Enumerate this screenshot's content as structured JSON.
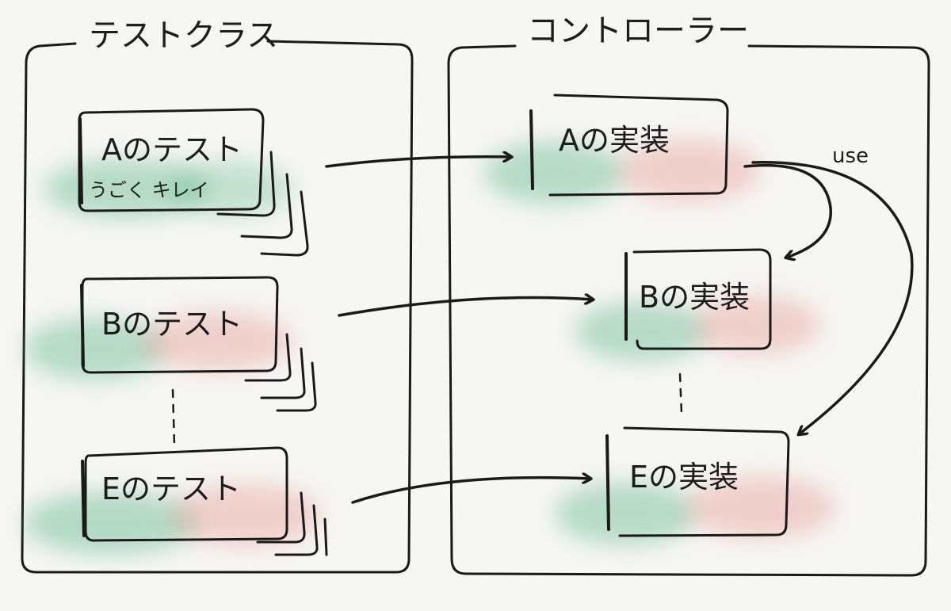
{
  "panels": {
    "tests": {
      "title": "テストクラス"
    },
    "controller": {
      "title": "コントローラー"
    }
  },
  "tests": [
    {
      "label": "Aのテスト",
      "note": "うごく  キレイ"
    },
    {
      "label": "Bのテスト",
      "note": ""
    },
    {
      "label": "Eのテスト",
      "note": ""
    }
  ],
  "impls": [
    {
      "label": "Aの実装"
    },
    {
      "label": "Bの実装"
    },
    {
      "label": "Eの実装"
    }
  ],
  "edge_label": "use",
  "colors": {
    "green": "#5fb58b",
    "red": "#e79b93",
    "ink": "#1a1a1a",
    "paper": "#f6f6f4"
  }
}
